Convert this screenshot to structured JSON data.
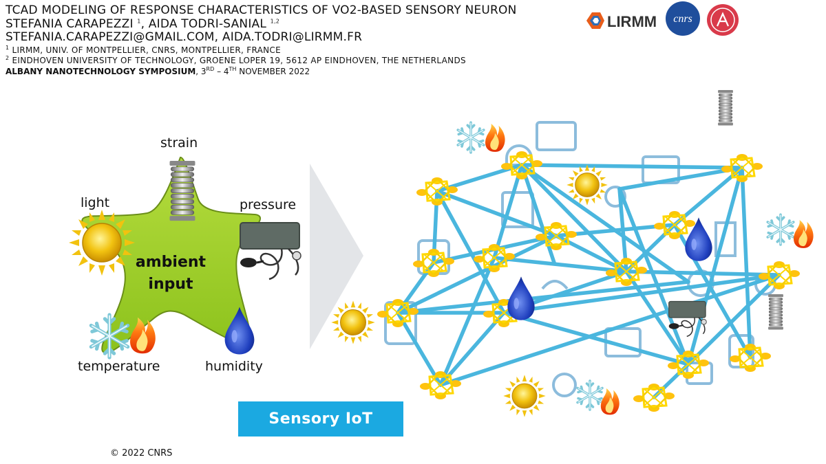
{
  "header": {
    "title": "TCAD MODELING OF RESPONSE CHARACTERISTICS OF VO2-BASED SENSORY NEURON",
    "authors_a": "STEFANIA CARAPEZZI",
    "authors_a_sup": "1",
    "authors_b": ", AIDA TODRI-SANIAL",
    "authors_b_sup": "1,2",
    "emails": "STEFANIA.CARAPEZZI@GMAIL.COM, AIDA.TODRI@LIRMM.FR",
    "aff1_sup": "1",
    "aff1": "LIRMM, UNIV. OF MONTPELLIER, CNRS, MONTPELLIER, FRANCE",
    "aff2_sup": "2",
    "aff2": "EINDHOVEN UNIVERSITY OF TECHNOLOGY, GROENE LOPER 19, 5612 AP EINDHOVEN, THE NETHERLANDS",
    "event_name": "ALBANY NANOTECHNOLOGY SYMPOSIUM",
    "event_sep": ", 3",
    "event_sup1": "RD",
    "event_mid": " – 4",
    "event_sup2": "TH",
    "event_tail": " NOVEMBER 2022"
  },
  "logos": {
    "lirmm": "LIRMM",
    "cnrs": "cnrs"
  },
  "left_panel": {
    "strain": "strain",
    "light": "light",
    "pressure": "pressure",
    "temperature": "temperature",
    "humidity": "humidity",
    "center_line1": "ambient",
    "center_line2": "input"
  },
  "banner": "Sensory IoT",
  "copyright": "© 2022 CNRS",
  "colors": {
    "star": "#9acd32",
    "banner": "#1ba9e1",
    "link": "#5bc0de",
    "node": "#ffd700",
    "drop": "#1e3fae",
    "arrow": "#e3e5e8"
  }
}
